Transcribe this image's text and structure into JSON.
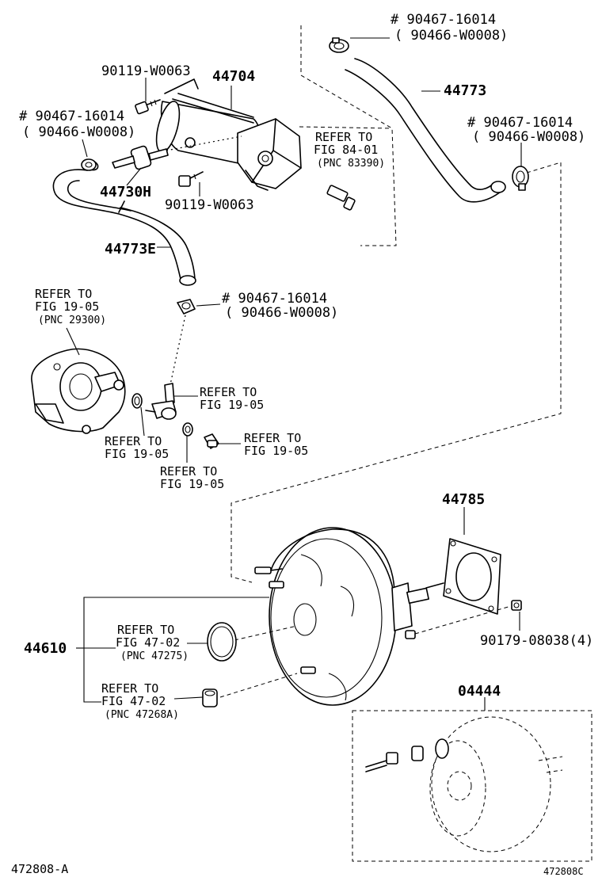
{
  "labels": {
    "clamp_top": "# 90467-16014",
    "clamp_top_alt": "( 90466-W0008)",
    "hose_44773": "44773",
    "bolt_top": "90119-W0063",
    "tank_44704": "44704",
    "clamp_left": "# 90467-16014",
    "clamp_left_alt": "( 90466-W0008)",
    "refer_84_1": "REFER TO",
    "refer_84_2": "FIG  84-01",
    "refer_84_3": "(PNC  83390)",
    "clamp_right": "# 90467-16014",
    "clamp_right_alt": "( 90466-W0008)",
    "check_valve": "44730H",
    "bolt_mid": "90119-W0063",
    "hose_44773e": "44773E",
    "refer_pump_1": "REFER TO",
    "refer_pump_2": "FIG  19-05",
    "refer_pump_3": "(PNC  29300)",
    "clamp_mid": "# 90467-16014",
    "clamp_mid_alt": "( 90466-W0008)",
    "refer_1905_a1": "REFER TO",
    "refer_1905_a2": "FIG  19-05",
    "refer_1905_b1": "REFER TO",
    "refer_1905_b2": "FIG  19-05",
    "refer_1905_c1": "REFER TO",
    "refer_1905_c2": "FIG  19-05",
    "refer_1905_d1": "REFER TO",
    "refer_1905_d2": "FIG  19-05",
    "gasket_44785": "44785",
    "booster_44610": "44610",
    "refer_4702_a1": "REFER TO",
    "refer_4702_a2": "FIG  47-02",
    "refer_4702_a3": "(PNC  47275)",
    "nut_90179": "90179-08038(4)",
    "refer_4702_b1": "REFER TO",
    "refer_4702_b2": "FIG  47-02",
    "refer_4702_b3": "(PNC  47268A)",
    "kit_04444": "04444",
    "footer_left": "472808-A",
    "footer_right": "472808C"
  }
}
